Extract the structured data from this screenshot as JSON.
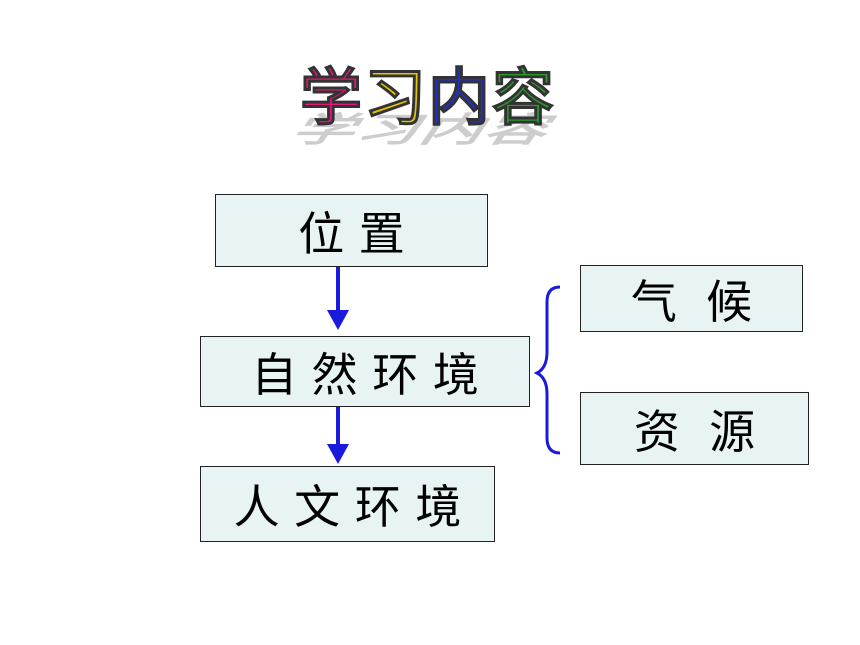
{
  "title": {
    "chars": [
      "学",
      "习",
      "内",
      "容"
    ],
    "colors": [
      "#e0197a",
      "#e8c400",
      "#1f2fd6",
      "#2c9a2c"
    ]
  },
  "nodes": {
    "location": "位 置",
    "natural_env": "自 然 环 境",
    "human_env": "人 文 环 境",
    "climate": "气  候",
    "resources": "资  源"
  },
  "colors": {
    "box_fill": "#e8f4f4",
    "arrow": "#1a1adc",
    "brace": "#1a1adc"
  }
}
